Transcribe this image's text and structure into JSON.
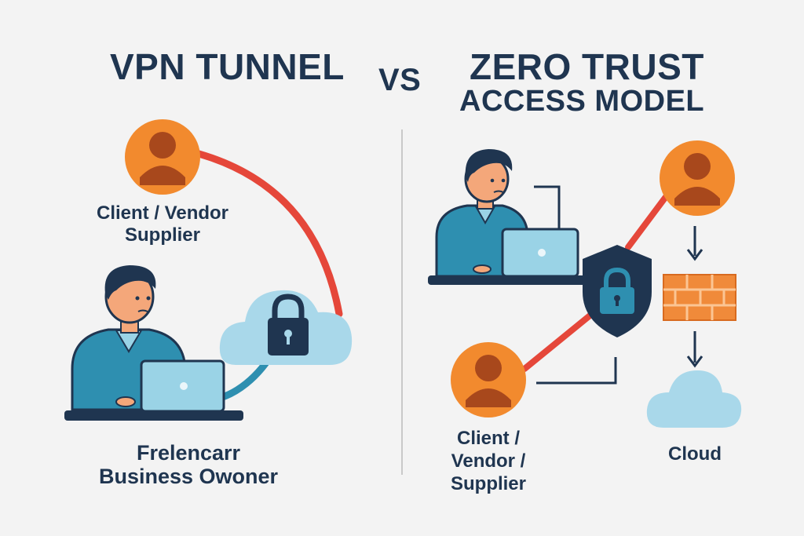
{
  "left": {
    "title": "VPN TUNNEL",
    "client_label_line1": "Client / Vendor",
    "client_label_line2": "Supplier",
    "owner_label_line1": "Frelencarr",
    "owner_label_line2": "Business Owoner"
  },
  "vs_label": "VS",
  "right": {
    "title_line1": "ZERO TRUST",
    "title_line2": "ACCESS MODEL",
    "client_label_line1": "Client /",
    "client_label_line2": "Vendor /",
    "client_label_line3": "Supplier",
    "cloud_label": "Cloud"
  },
  "colors": {
    "navy": "#1f3550",
    "orange": "#f28a2e",
    "red": "#e5473a",
    "teal": "#2e8fb0",
    "cloud": "#a9d8ea",
    "firewall": "#f08a3a"
  },
  "icons": [
    "user-icon",
    "laptop-icon",
    "lock-icon",
    "cloud-icon",
    "shield-icon",
    "firewall-icon",
    "arrow-down-icon"
  ]
}
